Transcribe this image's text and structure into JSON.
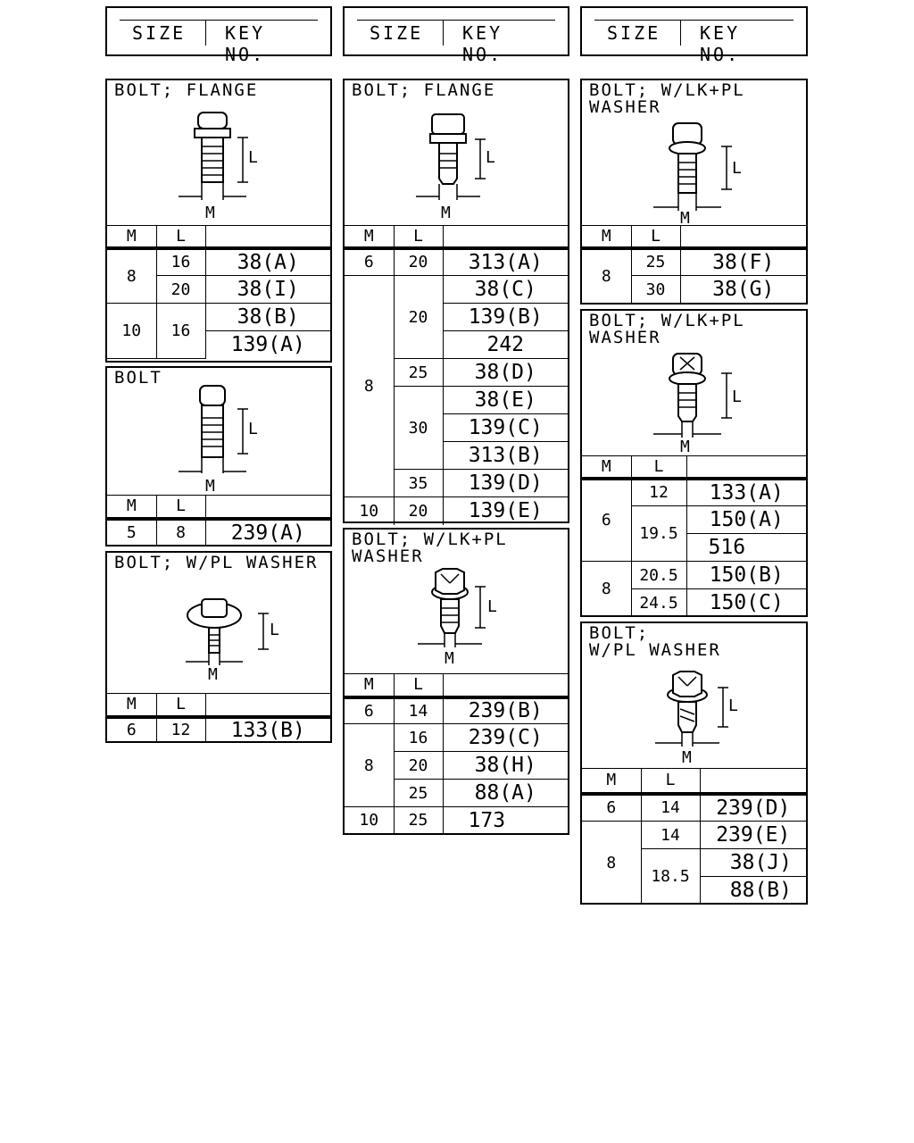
{
  "header": {
    "size_label": "SIZE",
    "key_label": "KEY NO."
  },
  "table_cols": {
    "m": "M",
    "l": "L"
  },
  "fig_labels": {
    "l": "L",
    "m": "M"
  },
  "panels": {
    "p1": {
      "title": "BOLT; FLANGE",
      "rows": [
        [
          "8",
          "16",
          "38(A)"
        ],
        [
          "",
          "20",
          "38(I)"
        ],
        [
          "10",
          "16",
          "38(B)"
        ],
        [
          "",
          "",
          "139(A)"
        ]
      ]
    },
    "p2": {
      "title": "BOLT",
      "rows": [
        [
          "5",
          "8",
          "239(A)"
        ]
      ]
    },
    "p3": {
      "title": "BOLT; W/PL WASHER",
      "rows": [
        [
          "6",
          "12",
          "133(B)"
        ]
      ]
    },
    "p4": {
      "title": "BOLT; FLANGE",
      "rows": [
        [
          "6",
          "20",
          "313(A)"
        ],
        [
          "8",
          "20",
          "38(C)"
        ],
        [
          "",
          "",
          "139(B)"
        ],
        [
          "",
          "",
          "242"
        ],
        [
          "",
          "25",
          "38(D)"
        ],
        [
          "",
          "30",
          "38(E)"
        ],
        [
          "",
          "",
          "139(C)"
        ],
        [
          "",
          "",
          "313(B)"
        ],
        [
          "",
          "35",
          "139(D)"
        ],
        [
          "10",
          "20",
          "139(E)"
        ]
      ]
    },
    "p5": {
      "title": "BOLT; W/LK+PL\nWASHER",
      "rows": [
        [
          "6",
          "14",
          "239(B)"
        ],
        [
          "8",
          "16",
          "239(C)"
        ],
        [
          "",
          "20",
          "38(H)"
        ],
        [
          "",
          "25",
          "88(A)"
        ],
        [
          "10",
          "25",
          "173"
        ]
      ]
    },
    "p6": {
      "title": "BOLT; W/LK+PL\nWASHER",
      "rows": [
        [
          "8",
          "25",
          "38(F)"
        ],
        [
          "",
          "30",
          "38(G)"
        ]
      ]
    },
    "p7": {
      "title": "BOLT; W/LK+PL\nWASHER",
      "rows": [
        [
          "6",
          "12",
          "133(A)"
        ],
        [
          "",
          "19.5",
          "150(A)"
        ],
        [
          "",
          "",
          "516"
        ],
        [
          "8",
          "20.5",
          "150(B)"
        ],
        [
          "",
          "24.5",
          "150(C)"
        ]
      ]
    },
    "p8": {
      "title": "BOLT;\nW/PL WASHER",
      "rows": [
        [
          "6",
          "14",
          "239(D)"
        ],
        [
          "8",
          "14",
          "239(E)"
        ],
        [
          "",
          "18.5",
          "38(J)"
        ],
        [
          "",
          "",
          "88(B)"
        ]
      ]
    }
  }
}
